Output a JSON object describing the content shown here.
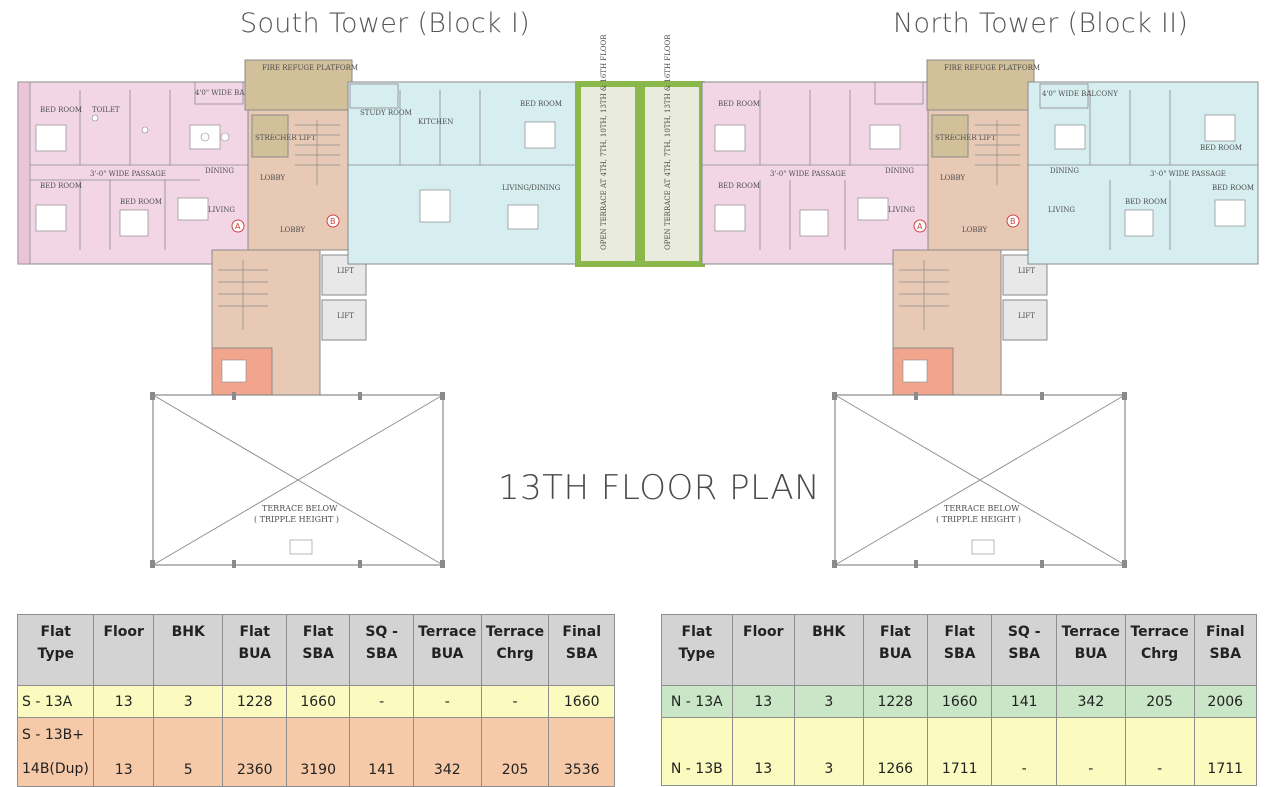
{
  "towers": {
    "south_title": "South Tower (Block I)",
    "north_title": "North Tower (Block II)"
  },
  "plan_title": "13TH FLOOR PLAN",
  "plan_labels": {
    "fire_refuge": "FIRE REFUGE PLATFORM",
    "bedroom": "BED ROOM",
    "toilet": "TOILET",
    "kitchen": "KITCHEN",
    "dining": "DINING",
    "living": "LIVING",
    "lobby": "LOBBY",
    "lift": "LIFT",
    "study": "STUDY ROOM",
    "living_dining": "LIVING/DINING",
    "passage": "3'-0\" WIDE PASSAGE",
    "balcony": "4'0\" WIDE BALCONY",
    "stretcher_lift": "STRECHER LIFT",
    "open_terrace": "OPEN TERRACE AT 4TH, 7TH, 10TH, 13TH & 16TH FLOOR",
    "terrace_below": "TERRACE BELOW",
    "tripple_height": "( TRIPPLE HEIGHT )",
    "marker_a": "A",
    "marker_b": "B"
  },
  "table_headers": [
    "Flat Type",
    "Floor",
    "BHK",
    "Flat BUA",
    "Flat SBA",
    "SQ - SBA",
    "Terrace BUA",
    "Terrace Chrg",
    "Final SBA"
  ],
  "south_rows": [
    {
      "type": "S - 13A",
      "floor": "13",
      "bhk": "3",
      "bua": "1228",
      "sba": "1660",
      "sq_sba": "-",
      "terrace_bua": "-",
      "terrace_chrg": "-",
      "final_sba": "1660"
    },
    {
      "type_line1": "S - 13B+",
      "type_line2": "14B(Dup)",
      "floor": "13",
      "bhk": "5",
      "bua": "2360",
      "sba": "3190",
      "sq_sba": "141",
      "terrace_bua": "342",
      "terrace_chrg": "205",
      "final_sba": "3536"
    }
  ],
  "north_rows": [
    {
      "type": "N - 13A",
      "floor": "13",
      "bhk": "3",
      "bua": "1228",
      "sba": "1660",
      "sq_sba": "141",
      "terrace_bua": "342",
      "terrace_chrg": "205",
      "final_sba": "2006"
    },
    {
      "type": "N - 13B",
      "floor": "13",
      "bhk": "3",
      "bua": "1266",
      "sba": "1711",
      "sq_sba": "-",
      "terrace_bua": "-",
      "terrace_chrg": "-",
      "final_sba": "1711"
    }
  ],
  "colors": {
    "pink_unit": "#f3d6e6",
    "blue_unit": "#d6eef0",
    "core": "#e8c9b5",
    "refuge": "#d2c09a",
    "green_terrace": "#8ab84a",
    "servant": "#f0a58c",
    "header_grey": "#d3d3d3"
  }
}
